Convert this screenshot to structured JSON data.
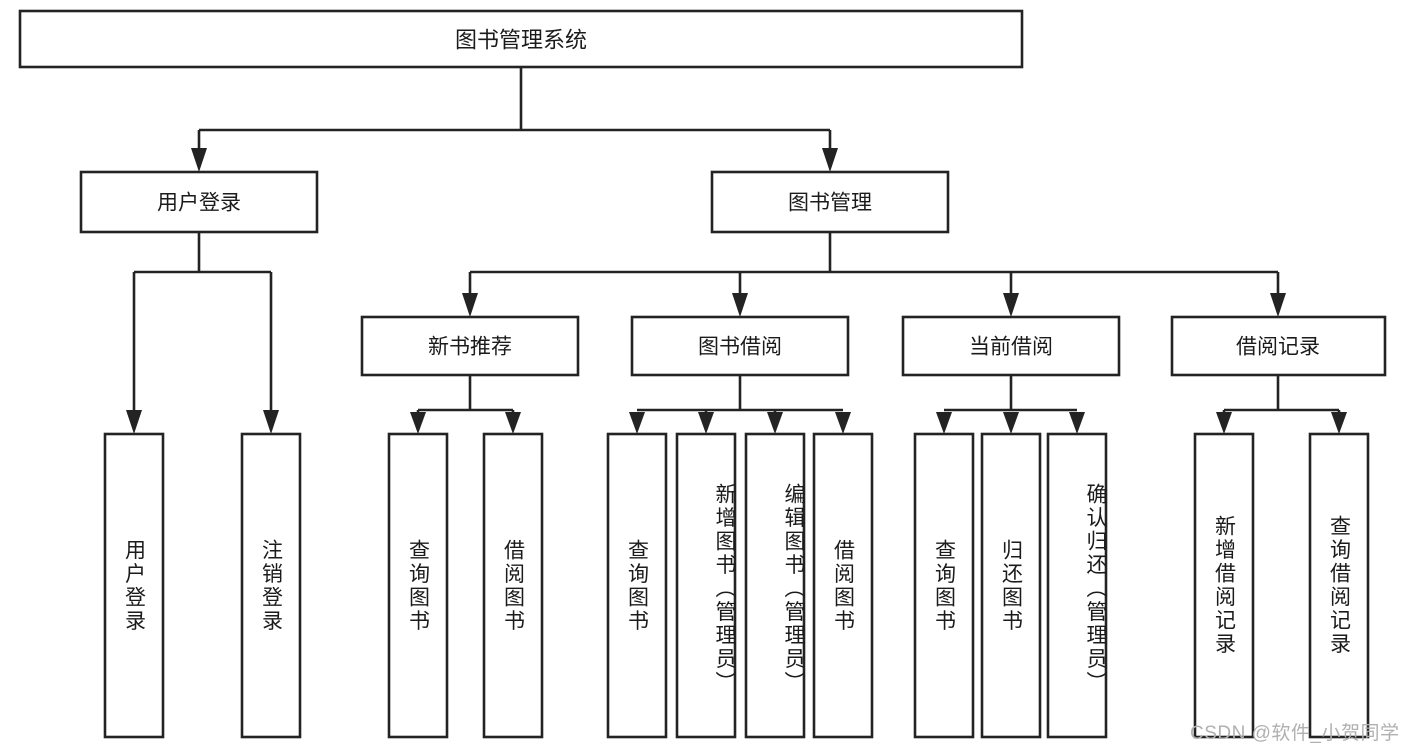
{
  "diagram": {
    "title": "图书管理系统",
    "type": "tree-hierarchy-chart",
    "root": {
      "label": "图书管理系统"
    },
    "level2": [
      {
        "label": "用户登录"
      },
      {
        "label": "图书管理"
      }
    ],
    "level3": [
      {
        "label": "新书推荐"
      },
      {
        "label": "图书借阅"
      },
      {
        "label": "当前借阅"
      },
      {
        "label": "借阅记录"
      }
    ],
    "leaves": [
      {
        "label": "用户登录",
        "parent": "用户登录"
      },
      {
        "label": "注销登录",
        "parent": "用户登录"
      },
      {
        "label": "查询图书",
        "parent": "新书推荐"
      },
      {
        "label": "借阅图书",
        "parent": "新书推荐"
      },
      {
        "label": "查询图书",
        "parent": "图书借阅"
      },
      {
        "label": "新增图书（管理员）",
        "parent": "图书借阅"
      },
      {
        "label": "编辑图书（管理员）",
        "parent": "图书借阅"
      },
      {
        "label": "借阅图书",
        "parent": "图书借阅"
      },
      {
        "label": "查询图书",
        "parent": "当前借阅"
      },
      {
        "label": "归还图书",
        "parent": "当前借阅"
      },
      {
        "label": "确认归还（管理员）",
        "parent": "当前借阅"
      },
      {
        "label": "新增借阅记录",
        "parent": "借阅记录"
      },
      {
        "label": "查询借阅记录",
        "parent": "借阅记录"
      }
    ],
    "watermark": "CSDN @软件_小贺同学",
    "colors": {
      "background": "#ffffff",
      "stroke": "#232323",
      "text": "#1b1b1b",
      "watermark": "#b0b0b0"
    }
  }
}
